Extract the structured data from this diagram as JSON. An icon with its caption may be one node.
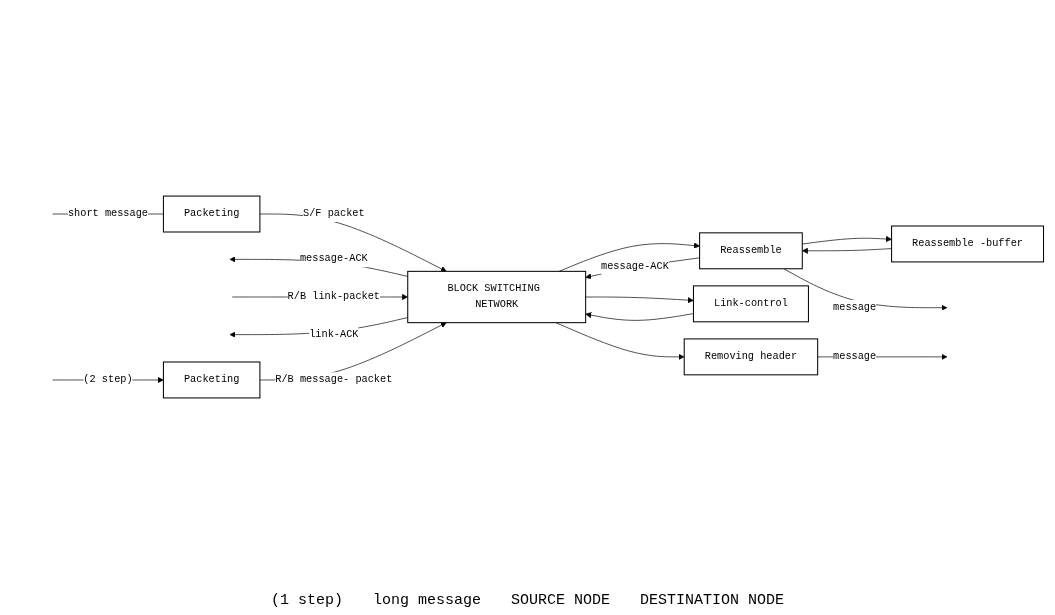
{
  "diagram": {
    "nodes": [
      {
        "text": [
          "Packeting"
        ]
      },
      {
        "text": [
          "BLOCK SWITCHING NETWORK"
        ]
      },
      {
        "text": [
          "Reassemble -buffer"
        ]
      },
      {
        "text": [
          "Reassemble"
        ]
      },
      {
        "text": [
          "Link-control"
        ]
      },
      {
        "text": [
          "Packeting"
        ]
      },
      {
        "text": [
          "Removing header"
        ]
      }
    ],
    "edges": [
      {
        "from": null,
        "to": 0,
        "arrow": "none",
        "label": "short message"
      },
      {
        "from": 0,
        "to": 1,
        "arrow": "to",
        "label": "S/F packet"
      },
      {
        "from": 1,
        "to": null,
        "arrow": "to",
        "label": "message-ACK"
      },
      {
        "from": null,
        "to": 1,
        "arrow": "to",
        "label": "R/B link-packet"
      },
      {
        "from": 1,
        "to": null,
        "arrow": "to",
        "label": "link-ACK"
      },
      {
        "from": null,
        "to": 5,
        "arrow": "to",
        "label": "(2 step)"
      },
      {
        "from": 5,
        "to": 1,
        "arrow": "to",
        "label": "R/B message- packet"
      },
      {
        "from": 1,
        "to": 3,
        "arrow": "to"
      },
      {
        "from": 3,
        "to": 2,
        "arrow": "to"
      },
      {
        "from": 2,
        "to": 3,
        "arrow": "to"
      },
      {
        "from": 3,
        "to": 1,
        "arrow": "to",
        "label": "message-ACK"
      },
      {
        "from": 3,
        "to": null,
        "arrow": "to",
        "label": "message"
      },
      {
        "from": 1,
        "to": 4,
        "arrow": "to"
      },
      {
        "from": 4,
        "to": 1,
        "arrow": "to"
      },
      {
        "from": 1,
        "to": 6,
        "arrow": "to"
      },
      {
        "from": 6,
        "to": null,
        "arrow": "to",
        "label": "message"
      }
    ],
    "labels": [
      "(1 step)",
      "long message",
      "SOURCE NODE",
      "DESTINATION NODE"
    ]
  }
}
